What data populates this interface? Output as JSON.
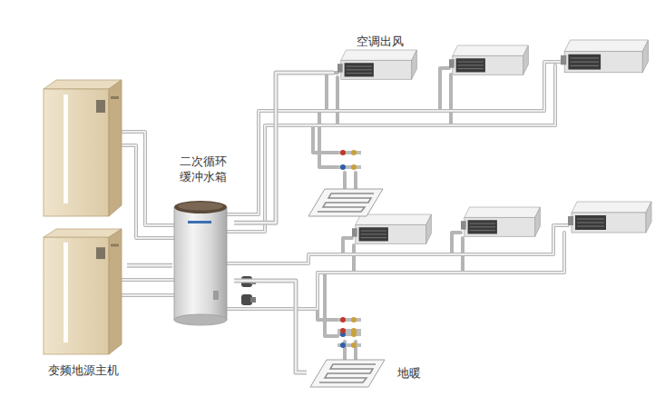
{
  "diagram": {
    "nodes": [
      {
        "text": [
          "空调出风"
        ]
      },
      {
        "text": [
          "二次循环 缓冲水箱"
        ]
      },
      {
        "text": [
          "变频地源主机"
        ]
      },
      {
        "text": [
          "地暖"
        ]
      }
    ],
    "edges": [
      {
        "from": 2,
        "to": 1,
        "arrow": "none"
      },
      {
        "from": 1,
        "to": 0,
        "arrow": "none"
      },
      {
        "from": 1,
        "to": 3,
        "arrow": "none"
      }
    ]
  }
}
